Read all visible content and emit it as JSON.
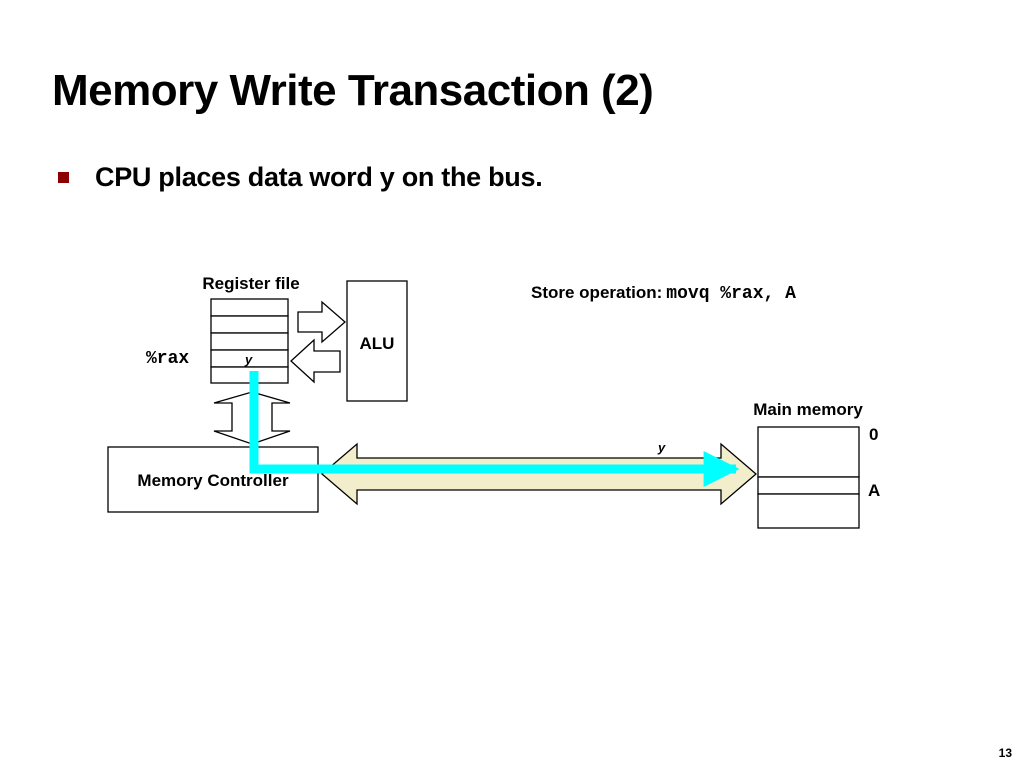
{
  "title": "Memory Write Transaction (2)",
  "bullet": "CPU places data word y on the bus.",
  "diagram": {
    "register_file_label": "Register file",
    "register_name": "%rax",
    "register_value": "y",
    "alu_label": "ALU",
    "memory_controller_label": "Memory Controller",
    "bus_value": "y",
    "main_memory_label": "Main memory",
    "memory_address_top": "0",
    "memory_address_a": "A",
    "store_label": "Store operation",
    "store_colon": ":",
    "store_instruction": "movq %rax, A"
  },
  "page_number": "13",
  "colors": {
    "bullet": "#8b0000",
    "store_label": "#b21f1f",
    "bus_fill": "#f2eecb",
    "data_path": "#00ffff"
  }
}
